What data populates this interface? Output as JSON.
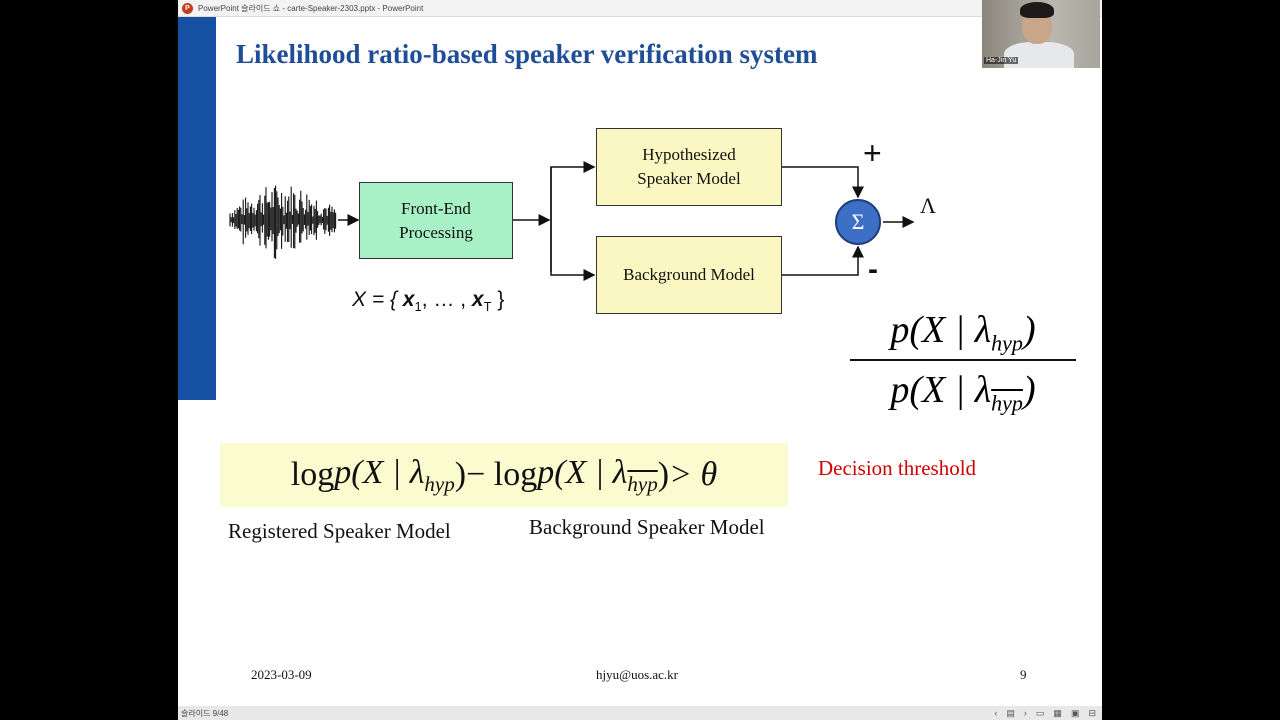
{
  "app": {
    "window_title": "PowerPoint 슬라이드 쇼 - carte-Speaker-2303.pptx - PowerPoint",
    "icon_letter": "P"
  },
  "slide": {
    "title": "Likelihood ratio-based speaker verification system",
    "front_end": [
      "Front-End",
      "Processing"
    ],
    "hyp_model": [
      "Hypothesized",
      "Speaker Model"
    ],
    "bg_model": "Background Model",
    "plus": "+",
    "minus": "-",
    "sigma": "Σ",
    "lambda_out": "Λ",
    "xset": {
      "lhs": "X = { ",
      "x1": "x",
      "sub1": "1",
      "mid": ", … , ",
      "xT": "x",
      "subT": "T",
      "rhs": " }"
    },
    "ratio": {
      "num_pre": "p(X | λ",
      "num_sub": "hyp",
      "num_post": ")",
      "den_pre": "p(X | λ",
      "den_sub": "hyp",
      "den_post": ")"
    },
    "equation": {
      "log1": "log ",
      "p1": "p(X | λ",
      "sub1": "hyp",
      "close1": ")",
      "minus": " − log ",
      "p2": "p(X | λ",
      "sub2": "hyp",
      "close2": ")",
      "gt": " > θ"
    },
    "decision_label": "Decision threshold",
    "caption_registered": "Registered Speaker Model",
    "caption_background": "Background Speaker Model",
    "footer_date": "2023-03-09",
    "footer_email": "hjyu@uos.ac.kr",
    "footer_page": "9"
  },
  "status": {
    "slide_counter": "슬라이드 9/48",
    "prev": "‹",
    "next": "›"
  },
  "webcam": {
    "name": "Ha-Jin Yu"
  },
  "colors": {
    "title": "#1f4e96",
    "front_end_fill": "#a8f0c6",
    "model_fill": "#fbf7c2",
    "sum_fill": "#3d6fc7",
    "decision": "#d10000",
    "accent_band": "#1550a3"
  }
}
